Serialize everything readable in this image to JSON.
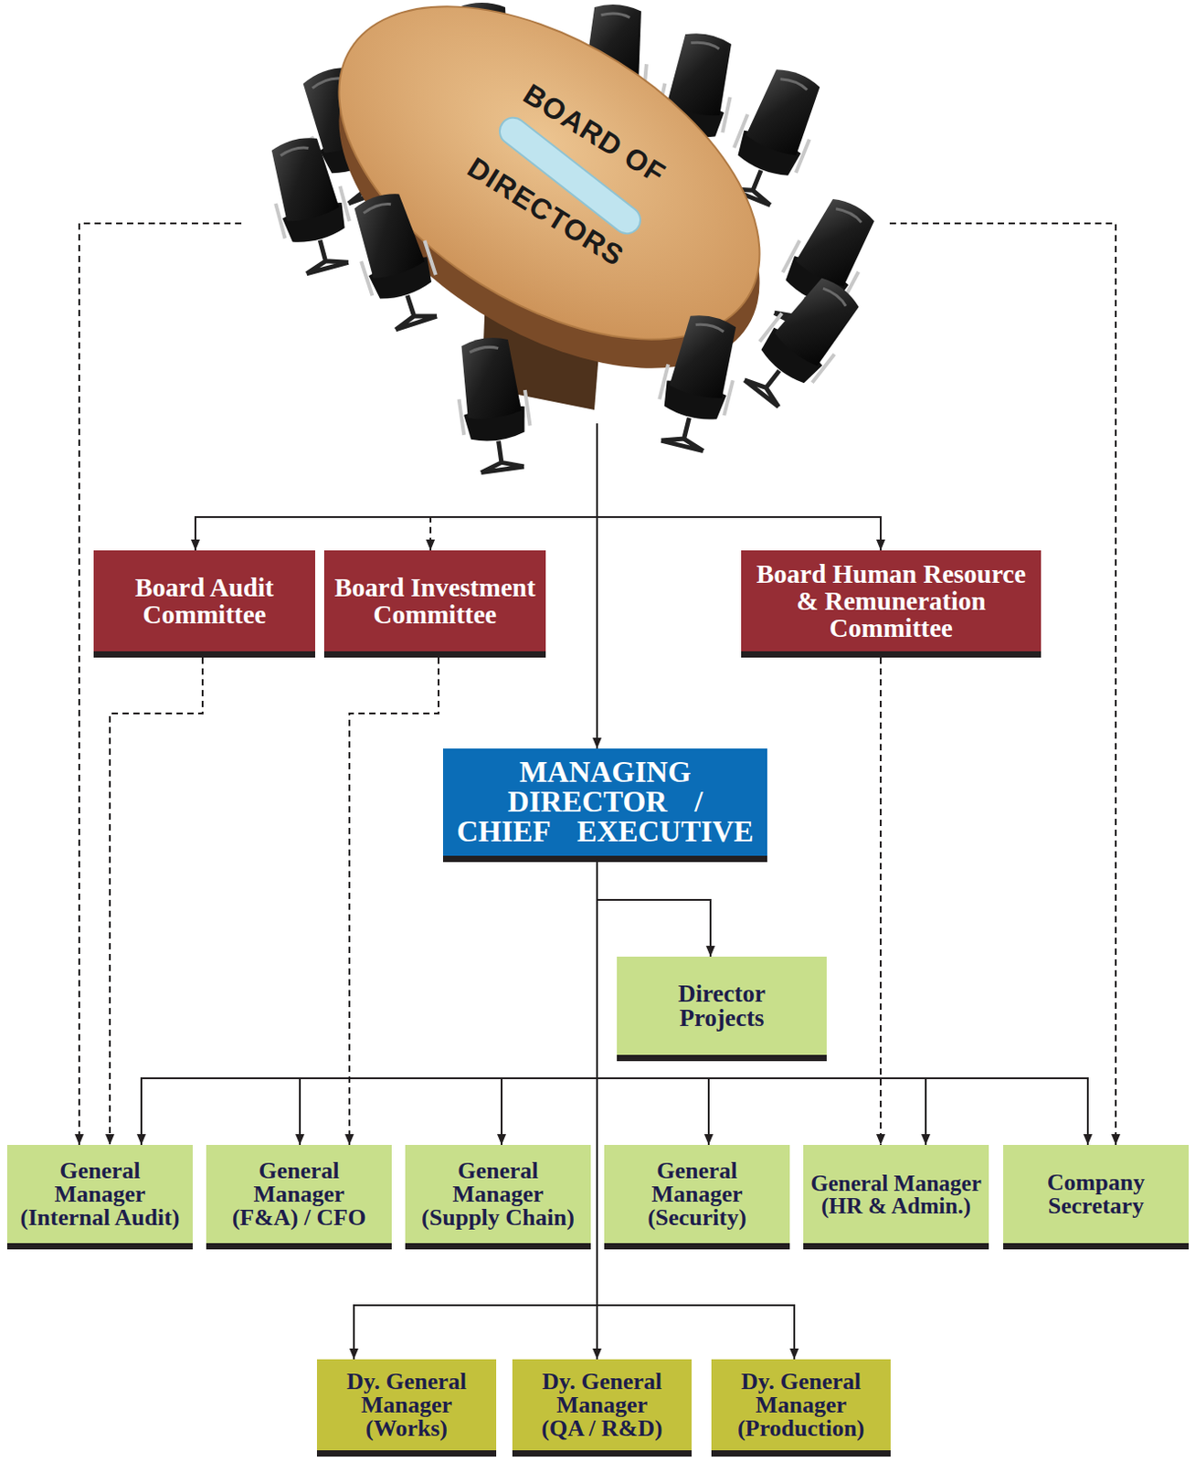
{
  "diagram": {
    "nodes": [
      {
        "text": [
          "BOARD OF DIRECTORS"
        ]
      },
      {
        "text": [
          "Board Audit Committee"
        ]
      },
      {
        "text": [
          "Board Investment Committee"
        ]
      },
      {
        "text": [
          "Board Human Resource & Remuneration Committee"
        ]
      },
      {
        "text": [
          "MANAGING DIRECTOR / CHIEF EXECUTIVE"
        ]
      },
      {
        "text": [
          "Director Projects"
        ]
      },
      {
        "text": [
          "General Manager (Internal Audit)"
        ]
      },
      {
        "text": [
          "General Manager (F&A) / CFO"
        ]
      },
      {
        "text": [
          "General Manager (Supply Chain)"
        ]
      },
      {
        "text": [
          "General Manager (Security)"
        ]
      },
      {
        "text": [
          "General Manager (HR & Admin.)"
        ]
      },
      {
        "text": [
          "Company Secretary"
        ]
      },
      {
        "text": [
          "Dy. General Manager (Works)"
        ]
      },
      {
        "text": [
          "Dy. General Manager (QA / R&D)"
        ]
      },
      {
        "text": [
          "Dy. General Manager (Production)"
        ]
      }
    ],
    "edges": [
      {
        "from": 0,
        "to": 1,
        "arrow": "to"
      },
      {
        "from": 0,
        "to": 2,
        "arrow": "to"
      },
      {
        "from": 0,
        "to": 3,
        "arrow": "to"
      },
      {
        "from": 0,
        "to": 4,
        "arrow": "to"
      },
      {
        "from": 0,
        "to": 6,
        "arrow": "to"
      },
      {
        "from": 0,
        "to": 11,
        "arrow": "to"
      },
      {
        "from": 1,
        "to": 6,
        "arrow": "to"
      },
      {
        "from": 2,
        "to": 7,
        "arrow": "to"
      },
      {
        "from": 3,
        "to": 10,
        "arrow": "to"
      },
      {
        "from": 4,
        "to": 5,
        "arrow": "to"
      },
      {
        "from": 4,
        "to": 6,
        "arrow": "to"
      },
      {
        "from": 4,
        "to": 7,
        "arrow": "to"
      },
      {
        "from": 4,
        "to": 8,
        "arrow": "to"
      },
      {
        "from": 4,
        "to": 9,
        "arrow": "to"
      },
      {
        "from": 4,
        "to": 10,
        "arrow": "to"
      },
      {
        "from": 4,
        "to": 11,
        "arrow": "to"
      },
      {
        "from": 4,
        "to": 12,
        "arrow": "to"
      },
      {
        "from": 4,
        "to": 13,
        "arrow": "to"
      },
      {
        "from": 4,
        "to": 14,
        "arrow": "to"
      }
    ]
  }
}
